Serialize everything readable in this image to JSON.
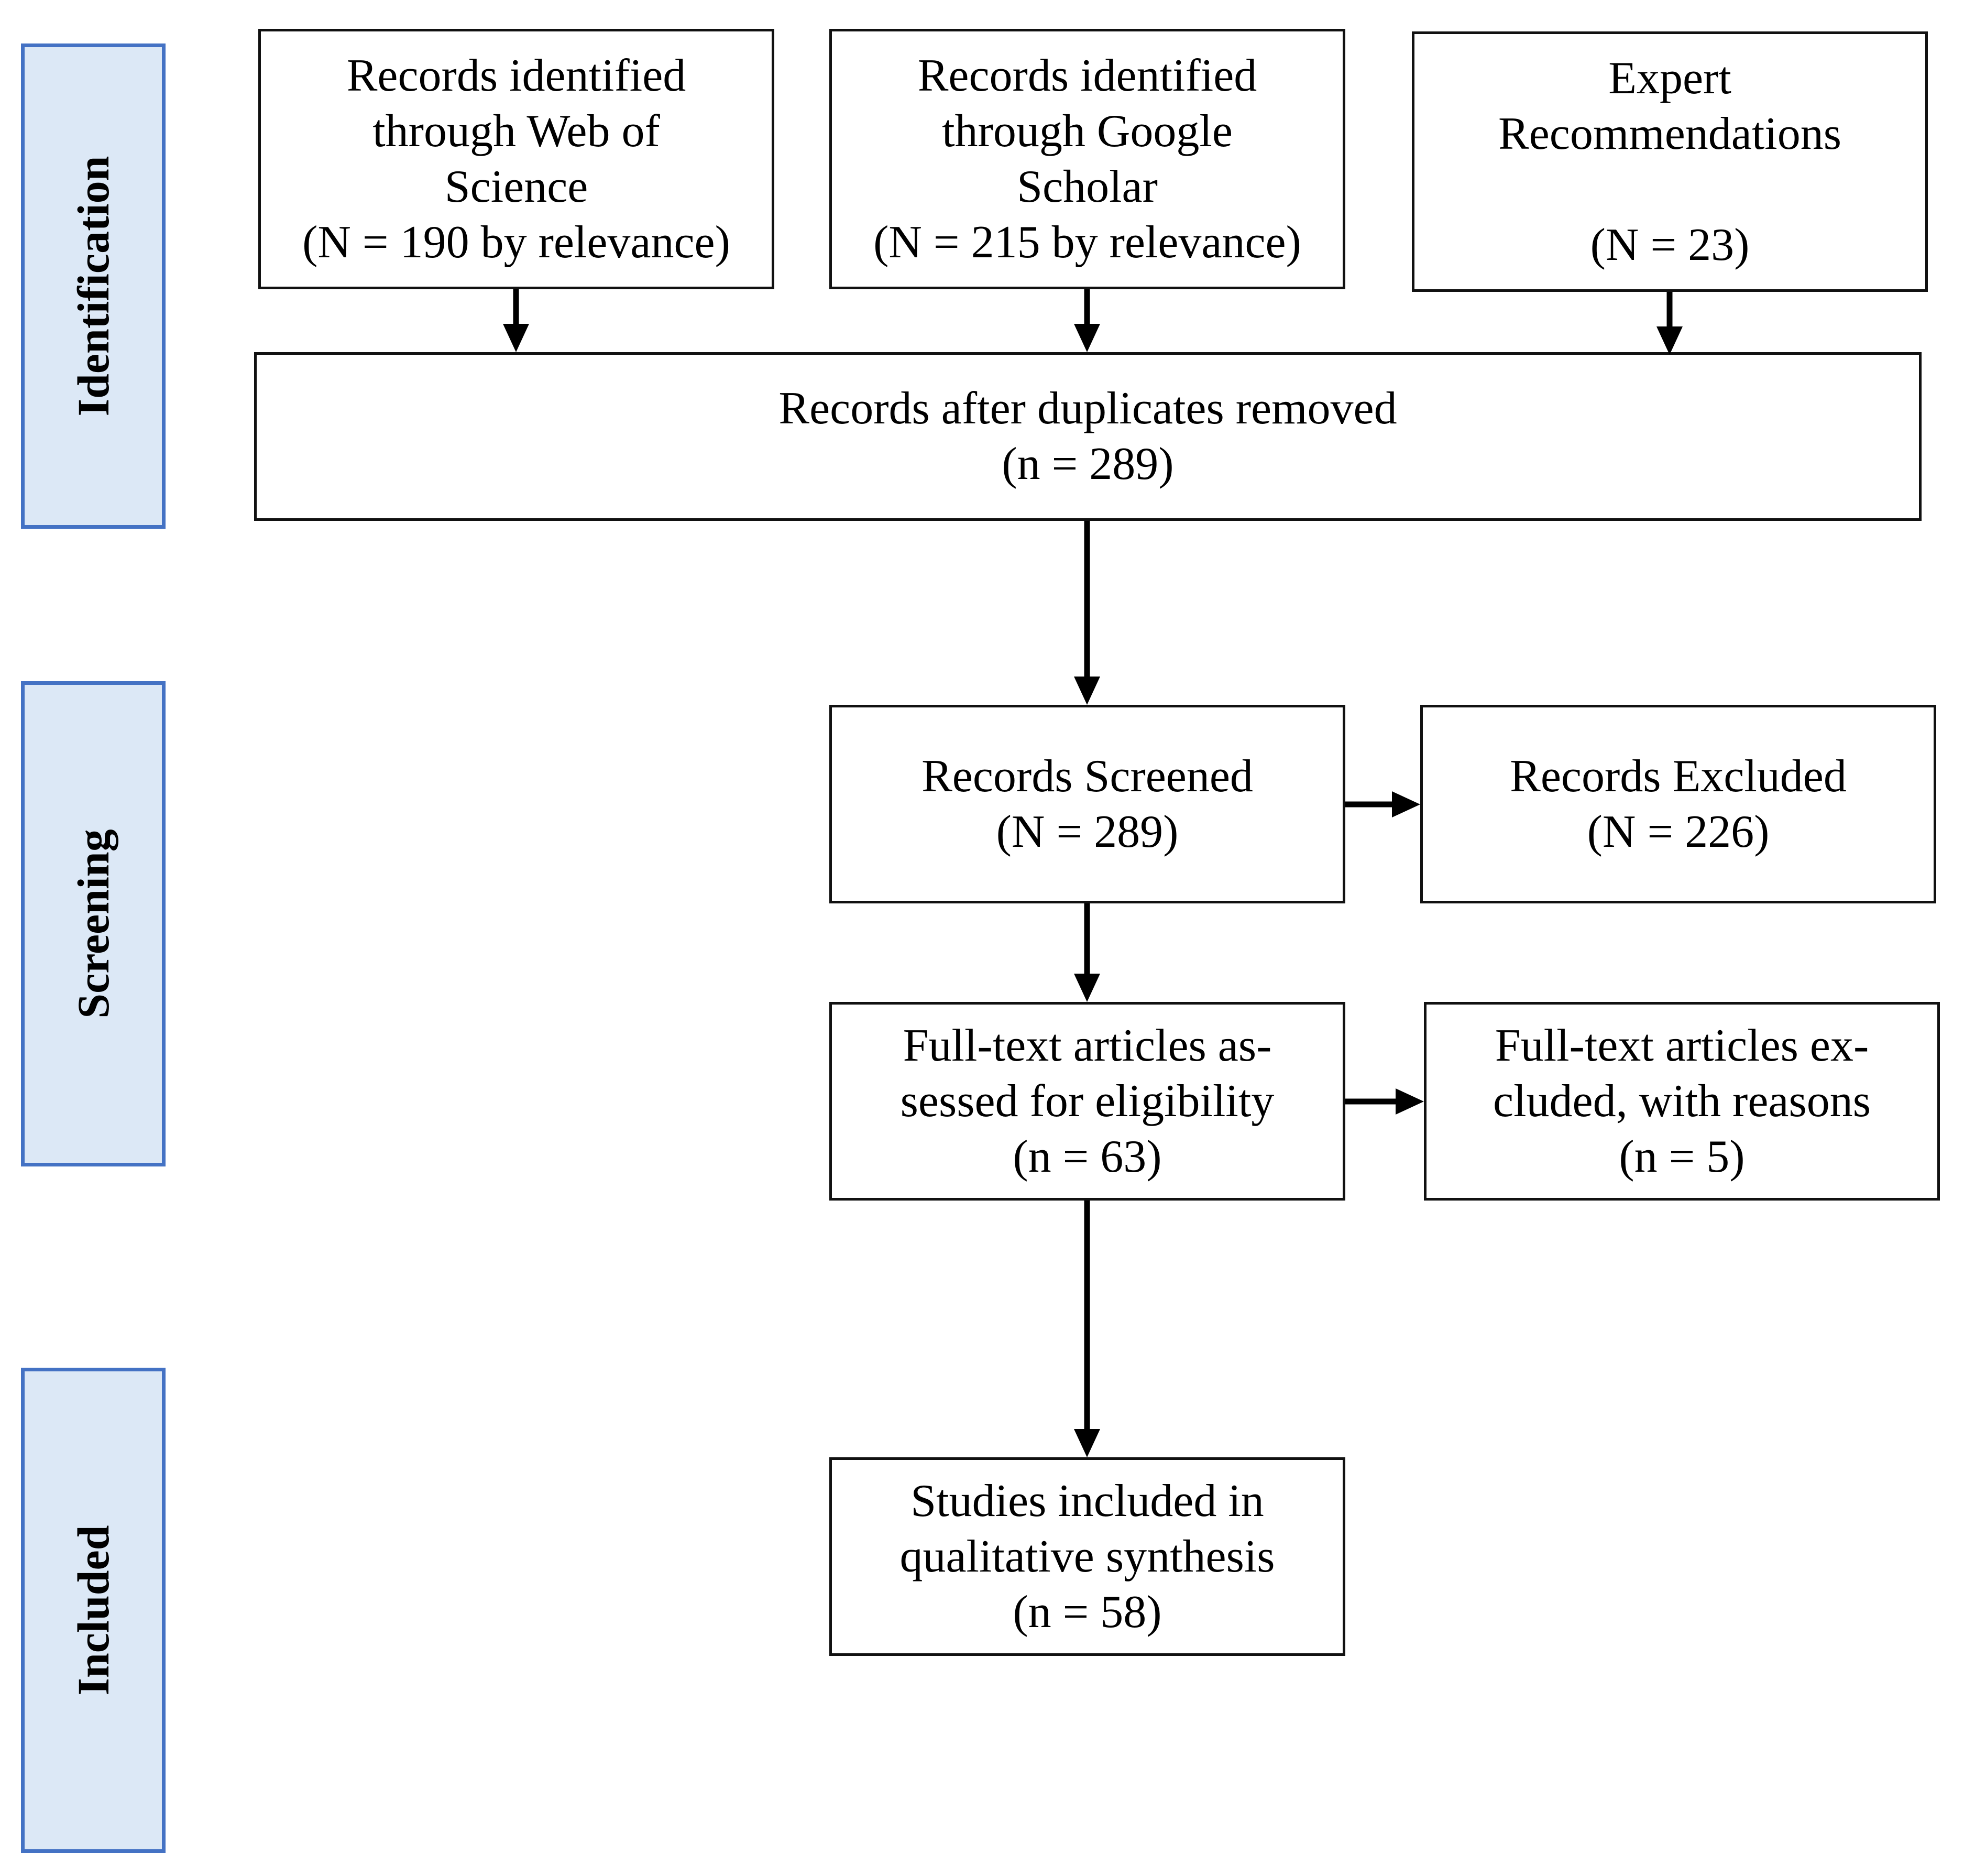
{
  "stages": {
    "identification": "Identification",
    "screening": "Screening",
    "included": "Included"
  },
  "boxes": {
    "web_of_science": {
      "lines": [
        "Records identified",
        "through Web of",
        "Science",
        "(N = 190 by relevance)"
      ]
    },
    "google_scholar": {
      "lines": [
        "Records identified",
        "through Google",
        "Scholar",
        "(N = 215 by relevance)"
      ]
    },
    "expert": {
      "lines": [
        "Expert",
        "Recommendations",
        "(N = 23)"
      ]
    },
    "duplicates_removed": {
      "lines": [
        "Records after duplicates removed",
        "(n = 289)"
      ]
    },
    "screened": {
      "lines": [
        "Records Screened",
        "(N = 289)"
      ]
    },
    "excluded": {
      "lines": [
        "Records Excluded",
        "(N = 226)"
      ]
    },
    "full_text_assessed": {
      "lines": [
        "Full-text articles as-",
        "sessed for eligibility",
        "(n = 63)"
      ]
    },
    "full_text_excluded": {
      "lines": [
        "Full-text articles ex-",
        "cluded, with reasons",
        "(n = 5)"
      ]
    },
    "included_studies": {
      "lines": [
        "Studies included in",
        "qualitative synthesis",
        "(n = 58)"
      ]
    }
  },
  "colors": {
    "stage_fill": "#dce8f6",
    "stage_border": "#4472c4",
    "box_border": "#111111",
    "arrow": "#000000"
  }
}
